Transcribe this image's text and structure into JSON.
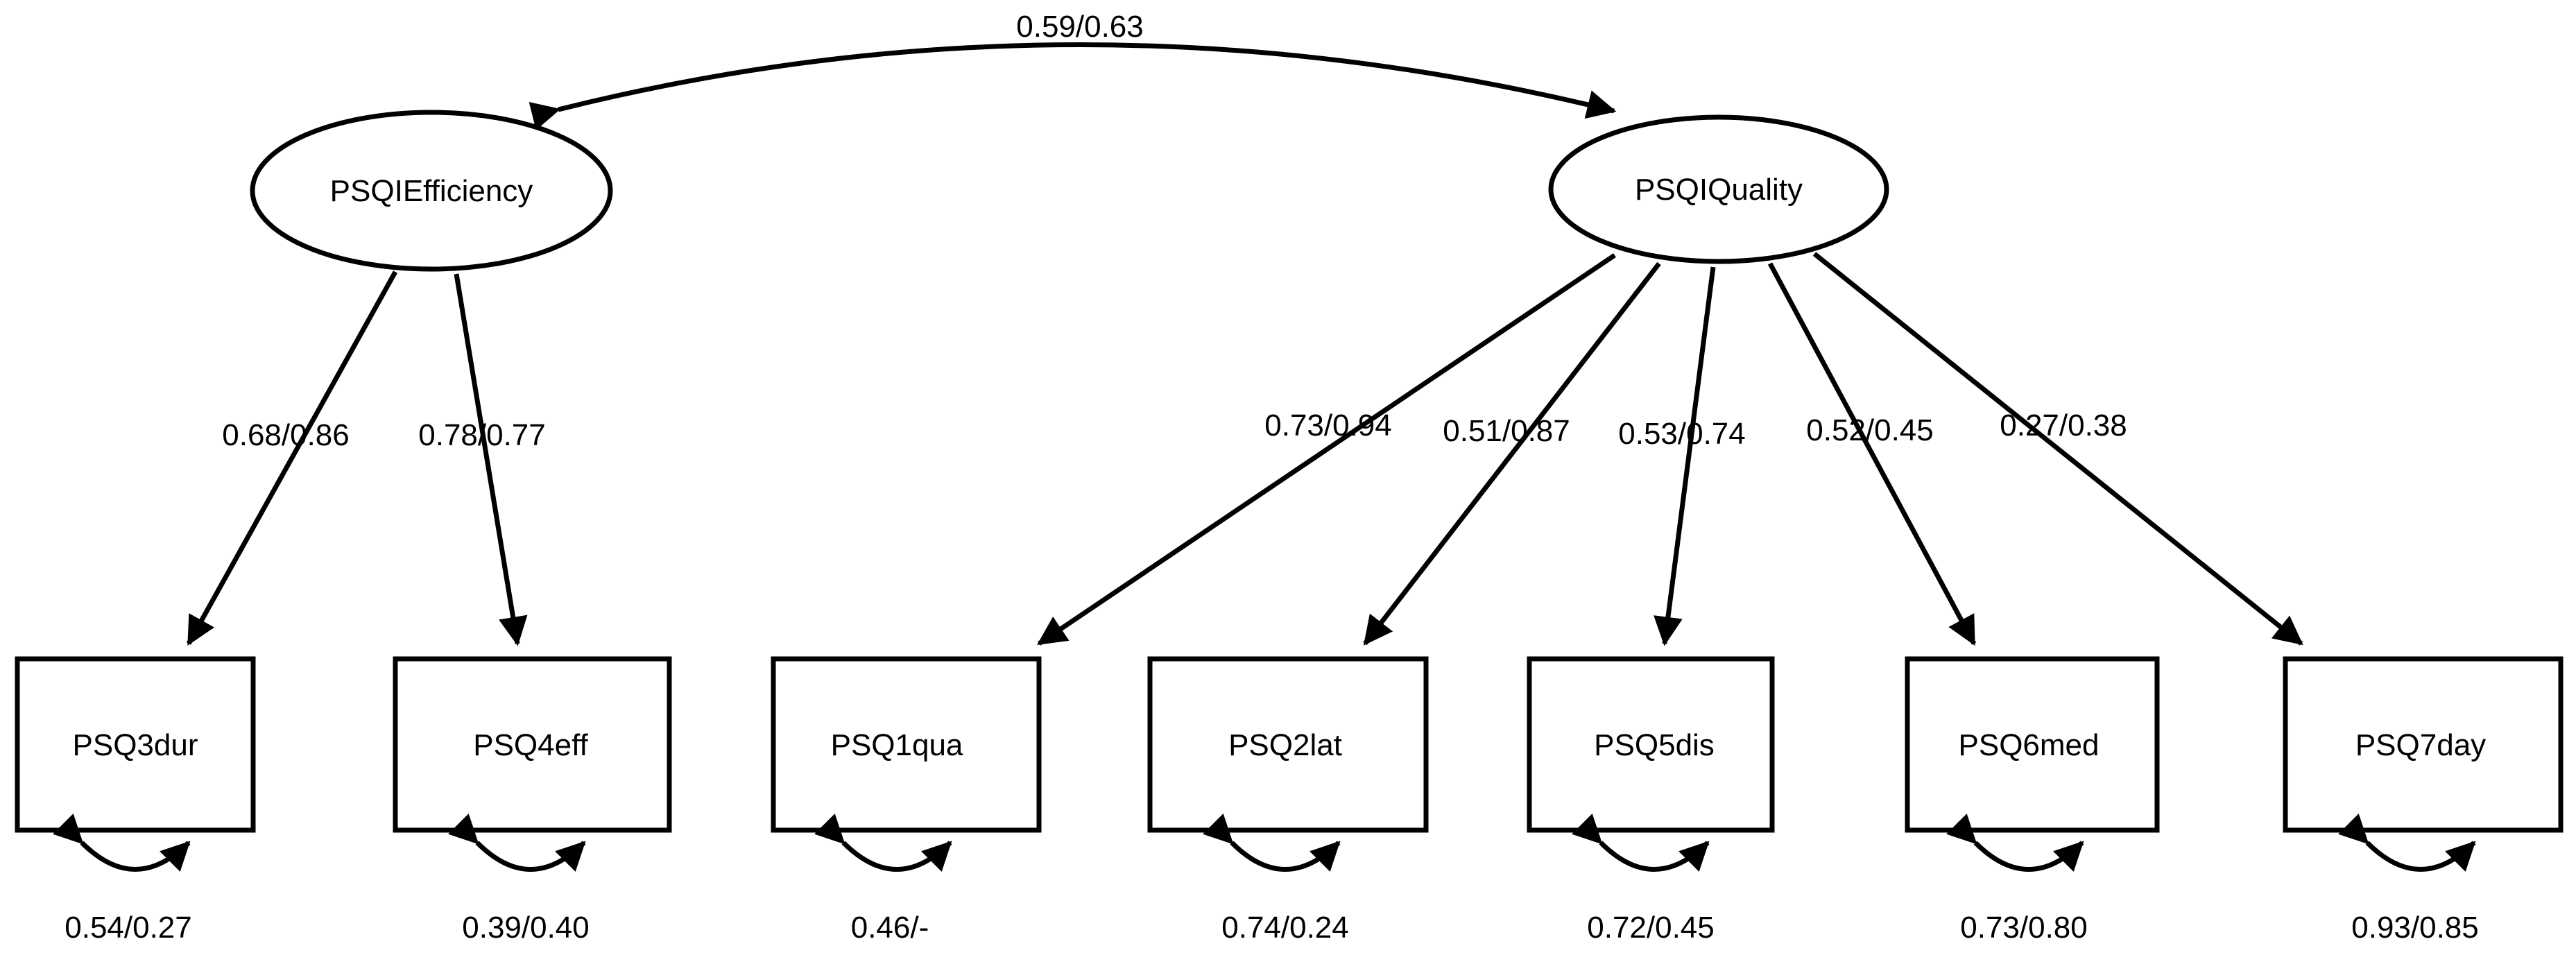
{
  "latent_factors": {
    "efficiency": {
      "label": "PSQIEfficiency"
    },
    "quality": {
      "label": "PSQIQuality"
    }
  },
  "factor_covariance": {
    "label": "0.59/0.63"
  },
  "indicators": [
    {
      "label": "PSQ3dur",
      "factor": "efficiency",
      "loading": "0.68/0.86",
      "residual": "0.54/0.27"
    },
    {
      "label": "PSQ4eff",
      "factor": "efficiency",
      "loading": "0.78/0.77",
      "residual": "0.39/0.40"
    },
    {
      "label": "PSQ1qua",
      "factor": "quality",
      "loading": "0.73/0.94",
      "residual": "0.46/-"
    },
    {
      "label": "PSQ2lat",
      "factor": "quality",
      "loading": "0.51/0.87",
      "residual": "0.74/0.24"
    },
    {
      "label": "PSQ5dis",
      "factor": "quality",
      "loading": "0.53/0.74",
      "residual": "0.72/0.45"
    },
    {
      "label": "PSQ6med",
      "factor": "quality",
      "loading": "0.52/0.45",
      "residual": "0.73/0.80"
    },
    {
      "label": "PSQ7day",
      "factor": "quality",
      "loading": "0.27/0.38",
      "residual": "0.93/0.85"
    }
  ]
}
